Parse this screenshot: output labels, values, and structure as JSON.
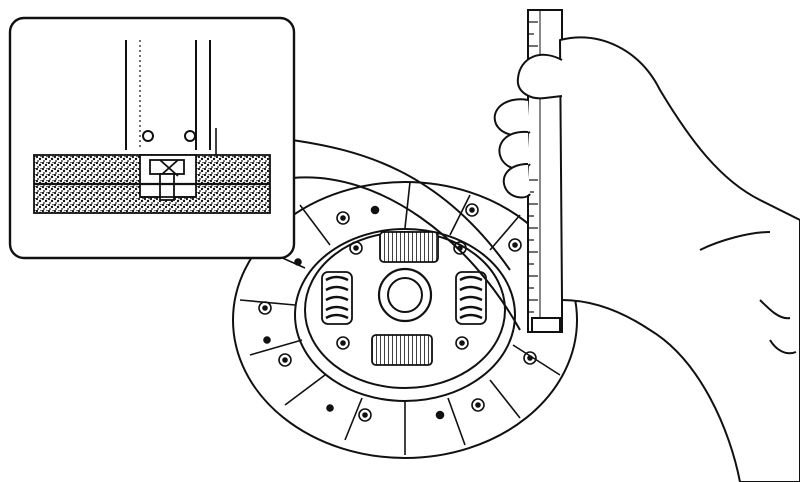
{
  "figure": {
    "subject": "clutch-disc-rivet-depth-measurement",
    "parts": [
      "clutch-disc",
      "friction-lining",
      "torsion-springs",
      "center-hub",
      "rivets",
      "depth-gauge",
      "hand",
      "detail-inset"
    ]
  },
  "colors": {
    "ink": "#111111",
    "paper": "#ffffff",
    "hatch": "#222222"
  }
}
